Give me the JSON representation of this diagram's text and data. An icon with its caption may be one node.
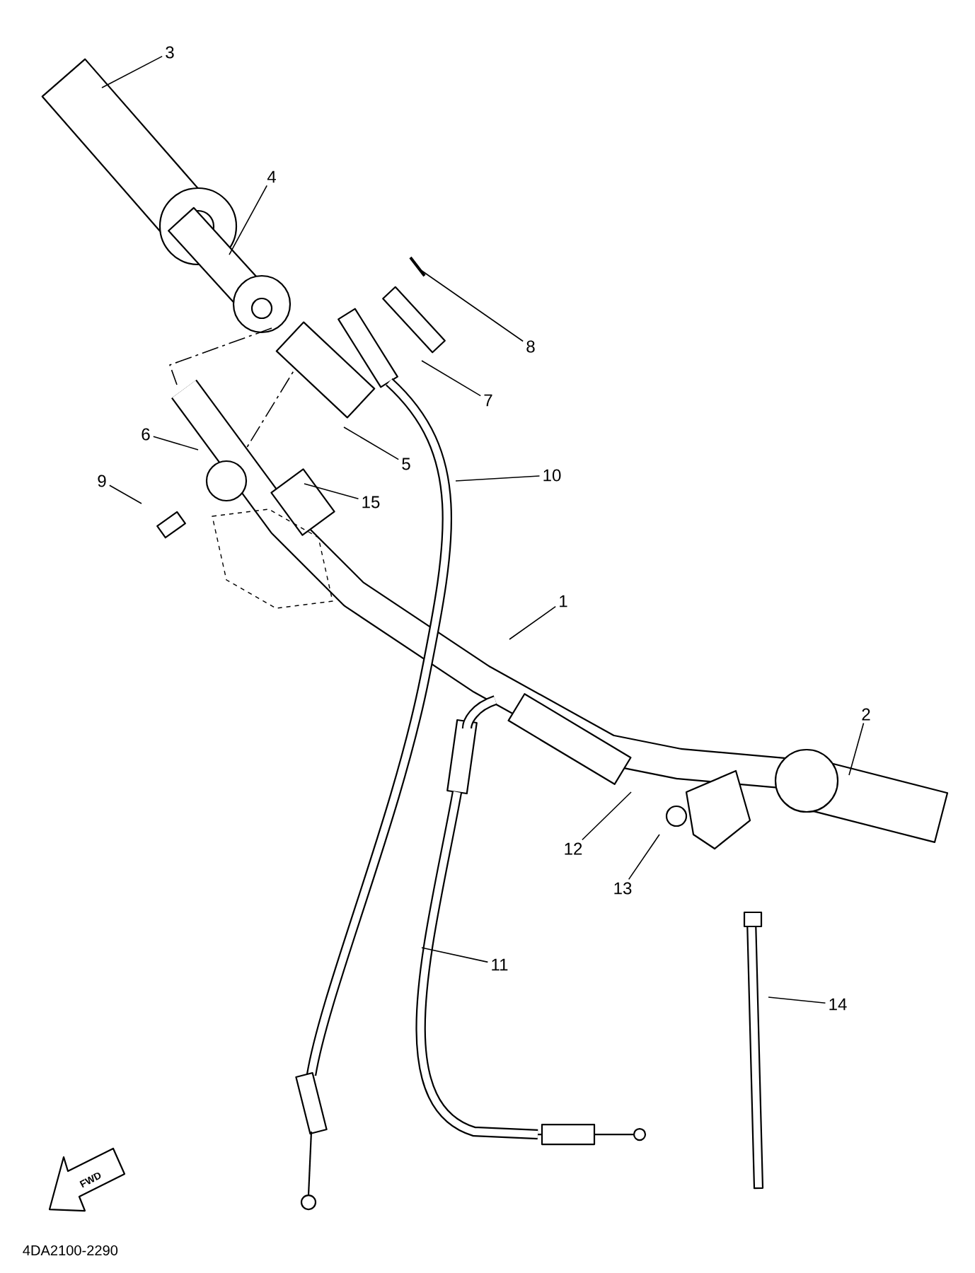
{
  "diagram": {
    "nodes": [
      {
        "text": [
          "1"
        ]
      },
      {
        "text": [
          "2"
        ]
      },
      {
        "text": [
          "3"
        ]
      },
      {
        "text": [
          "4"
        ]
      },
      {
        "text": [
          "5"
        ]
      },
      {
        "text": [
          "6"
        ]
      },
      {
        "text": [
          "7"
        ]
      },
      {
        "text": [
          "8"
        ]
      },
      {
        "text": [
          "9"
        ]
      },
      {
        "text": [
          "10"
        ]
      },
      {
        "text": [
          "11"
        ]
      },
      {
        "text": [
          "12"
        ]
      },
      {
        "text": [
          "13"
        ]
      },
      {
        "text": [
          "14"
        ]
      },
      {
        "text": [
          "15"
        ]
      }
    ],
    "edges": [
      {
        "from": 0,
        "to": null,
        "arrow": "none"
      },
      {
        "from": 1,
        "to": null,
        "arrow": "none"
      },
      {
        "from": 2,
        "to": null,
        "arrow": "none"
      },
      {
        "from": 3,
        "to": null,
        "arrow": "none"
      },
      {
        "from": 4,
        "to": null,
        "arrow": "none"
      },
      {
        "from": 5,
        "to": null,
        "arrow": "none"
      },
      {
        "from": 6,
        "to": null,
        "arrow": "none"
      },
      {
        "from": 7,
        "to": null,
        "arrow": "none"
      },
      {
        "from": 8,
        "to": null,
        "arrow": "none"
      },
      {
        "from": 9,
        "to": null,
        "arrow": "none"
      },
      {
        "from": 10,
        "to": null,
        "arrow": "none"
      },
      {
        "from": 11,
        "to": null,
        "arrow": "none"
      },
      {
        "from": 12,
        "to": null,
        "arrow": "none"
      },
      {
        "from": 13,
        "to": null,
        "arrow": "none"
      },
      {
        "from": 14,
        "to": null,
        "arrow": "none"
      }
    ],
    "labels": [
      "FWD",
      "4DA2100-2290"
    ]
  }
}
